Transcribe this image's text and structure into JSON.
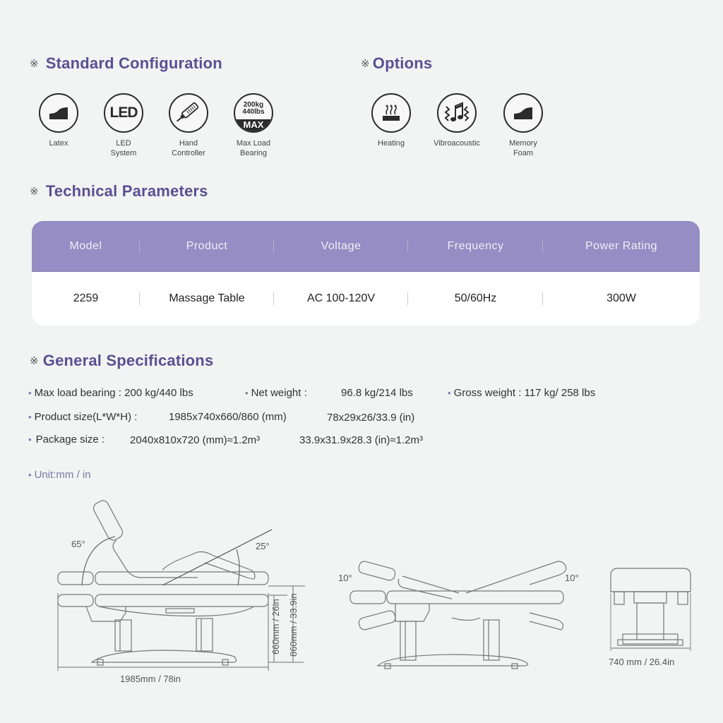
{
  "sections": {
    "standard": {
      "mark": "※",
      "title": "Standard Configuration"
    },
    "options": {
      "mark": "※",
      "title": "Options"
    },
    "technical": {
      "mark": "※",
      "title": "Technical Parameters"
    },
    "general": {
      "mark": "※",
      "title": "General Specifications"
    }
  },
  "standard_items": [
    {
      "icon": "latex-cushion-icon",
      "label": "Latex"
    },
    {
      "icon": "led-icon",
      "label": "LED\nSystem",
      "icon_text": "LED"
    },
    {
      "icon": "hand-controller-icon",
      "label": "Hand\nController"
    },
    {
      "icon": "max-load-icon",
      "label": "Max Load\nBearing",
      "icon_text_1": "200kg",
      "icon_text_2": "440lbs",
      "icon_text_3": "MAX"
    }
  ],
  "option_items": [
    {
      "icon": "heating-icon",
      "label": "Heating"
    },
    {
      "icon": "vibroacoustic-icon",
      "label": "Vibroacoustic"
    },
    {
      "icon": "memory-foam-icon",
      "label": "Memory\nFoam"
    }
  ],
  "tech_table": {
    "headers": [
      "Model",
      "Product",
      "Voltage",
      "Frequency",
      "Power Rating"
    ],
    "row": [
      "2259",
      "Massage Table",
      "AC 100-120V",
      "50/60Hz",
      "300W"
    ]
  },
  "general_specs": {
    "max_load": "Max load bearing : 200 kg/440 lbs",
    "net_weight_label": "Net weight :",
    "net_weight_value": "96.8 kg/214 lbs",
    "gross_weight": "Gross weight :  117 kg/ 258 lbs",
    "product_size_label": "Product size(L*W*H) :",
    "product_size_mm": "1985x740x660/860 (mm)",
    "product_size_in": "78x29x26/33.9 (in)",
    "package_size_label": "Package size :",
    "package_size_mm": "2040x810x720 (mm)≈1.2m³",
    "package_size_in": "33.9x31.9x28.3 (in)≈1.2m³",
    "unit": "Unit:mm / in"
  },
  "drawings": {
    "side": {
      "angle_back": "65°",
      "angle_leg": "25°",
      "length": "1985mm / 78in",
      "height_low": "660mm / 26in",
      "height_high": "860mm / 33.9in"
    },
    "tilt": {
      "angle_left": "10°",
      "angle_right": "10°"
    },
    "end": {
      "width": "740 mm / 26.4in"
    }
  },
  "colors": {
    "accent": "#5b4f92",
    "table_header": "#958dc3",
    "background": "#f2f3f3"
  }
}
